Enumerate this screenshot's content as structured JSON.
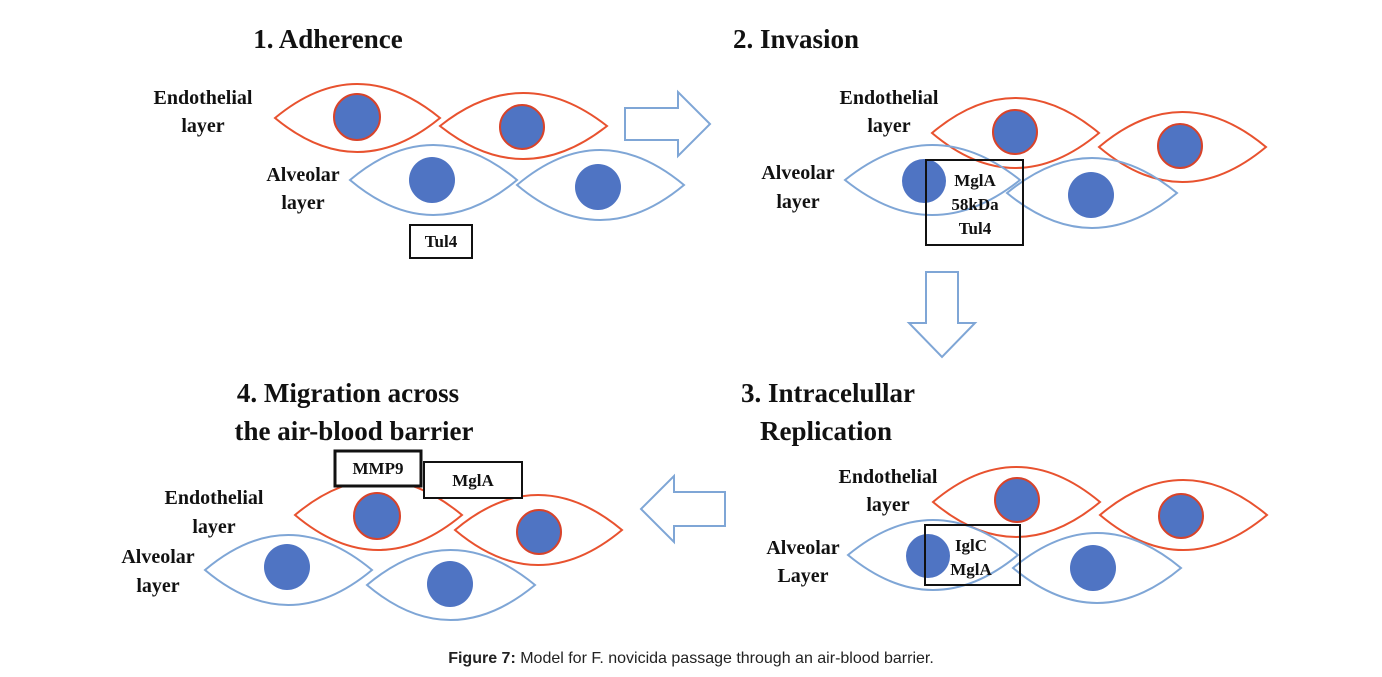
{
  "panels": {
    "p1": {
      "title_line1": "1. Adherence",
      "endo_l1": "Endothelial",
      "endo_l2": "layer",
      "alv_l1": "Alveolar",
      "alv_l2": "layer",
      "box": [
        "Tul4"
      ]
    },
    "p2": {
      "title_line1": "2. Invasion",
      "endo_l1": "Endothelial",
      "endo_l2": "layer",
      "alv_l1": "Alveolar",
      "alv_l2": "layer",
      "box": [
        "MglA",
        "58kDa",
        "Tul4"
      ]
    },
    "p3": {
      "title_line1": "3. Intracelullar",
      "title_line2": "Replication",
      "endo_l1": "Endothelial",
      "endo_l2": "layer",
      "alv_l1": "Alveolar",
      "alv_l2": "Layer",
      "box": [
        "IglC",
        "MglA"
      ]
    },
    "p4": {
      "title_line1": "4. Migration across",
      "title_line2": "the air-blood barrier",
      "endo_l1": "Endothelial",
      "endo_l2": "layer",
      "alv_l1": "Alveolar",
      "alv_l2": "layer",
      "box_a": "MMP9",
      "box_b": "MglA"
    }
  },
  "caption": {
    "label": "Figure 7:",
    "text": " Model for F. novicida passage through an air-blood barrier."
  },
  "colors": {
    "endothelial": "#e8522f",
    "alveolar": "#7fa6d6",
    "nucleus": "#4f74c3"
  }
}
